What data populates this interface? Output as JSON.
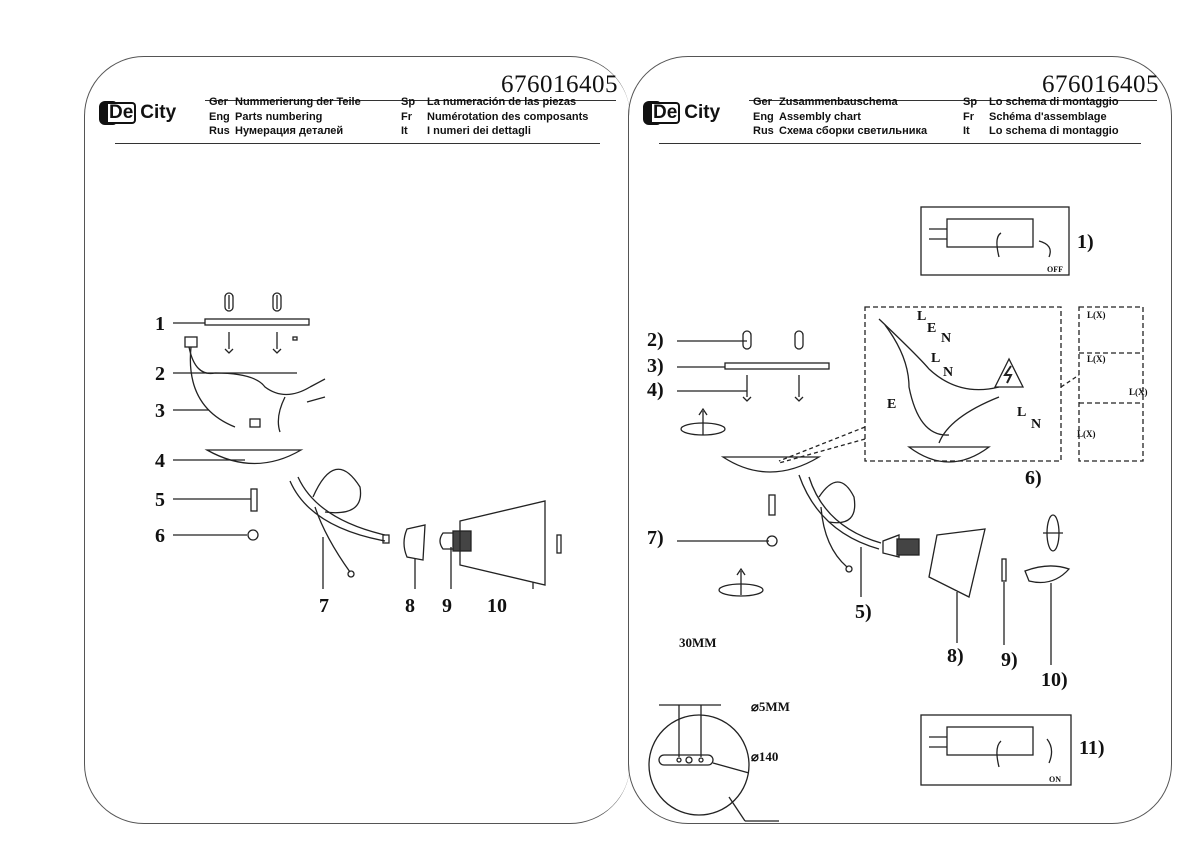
{
  "left_page": {
    "product_code": "676016405",
    "logo": {
      "text_de": "De",
      "text_city": "City"
    },
    "title": {
      "left_col": [
        {
          "lang": "Ger",
          "text": "Nummerierung der Teile"
        },
        {
          "lang": "Eng",
          "text": "Parts numbering"
        },
        {
          "lang": "Rus",
          "text": "Нумерация деталей"
        }
      ],
      "right_col": [
        {
          "lang": "Sp",
          "text": "La numeración de las piezas"
        },
        {
          "lang": "Fr",
          "text": "Numérotation des composants"
        },
        {
          "lang": "It",
          "text": "I numeri dei dettagli"
        }
      ]
    },
    "part_labels": [
      "1",
      "2",
      "3",
      "4",
      "5",
      "6",
      "7",
      "8",
      "9",
      "10"
    ]
  },
  "right_page": {
    "product_code": "676016405",
    "logo": {
      "text_de": "De",
      "text_city": "City"
    },
    "title": {
      "left_col": [
        {
          "lang": "Ger",
          "text": "Zusammenbauschema"
        },
        {
          "lang": "Eng",
          "text": "Assembly chart"
        },
        {
          "lang": "Rus",
          "text": "Схема сборки светильника"
        }
      ],
      "right_col": [
        {
          "lang": "Sp",
          "text": "Lo schema di montaggio"
        },
        {
          "lang": "Fr",
          "text": "Schéma d'assemblage"
        },
        {
          "lang": "It",
          "text": "Lo schema di montaggio"
        }
      ]
    },
    "step_labels": [
      "1)",
      "2)",
      "3)",
      "4)",
      "5)",
      "6)",
      "7)",
      "8)",
      "9)",
      "10)",
      "11)"
    ],
    "switch_off_label": "OFF",
    "switch_on_label": "ON",
    "wiring_labels": {
      "L": "L",
      "E": "E",
      "N": "N"
    },
    "wiring_detail_labels": [
      "L(X)",
      "L(X)",
      "L(X)",
      "L(X)"
    ],
    "mounting": {
      "spacing": "30MM",
      "hole": "⌀5MM",
      "diameter": "⌀140"
    }
  }
}
